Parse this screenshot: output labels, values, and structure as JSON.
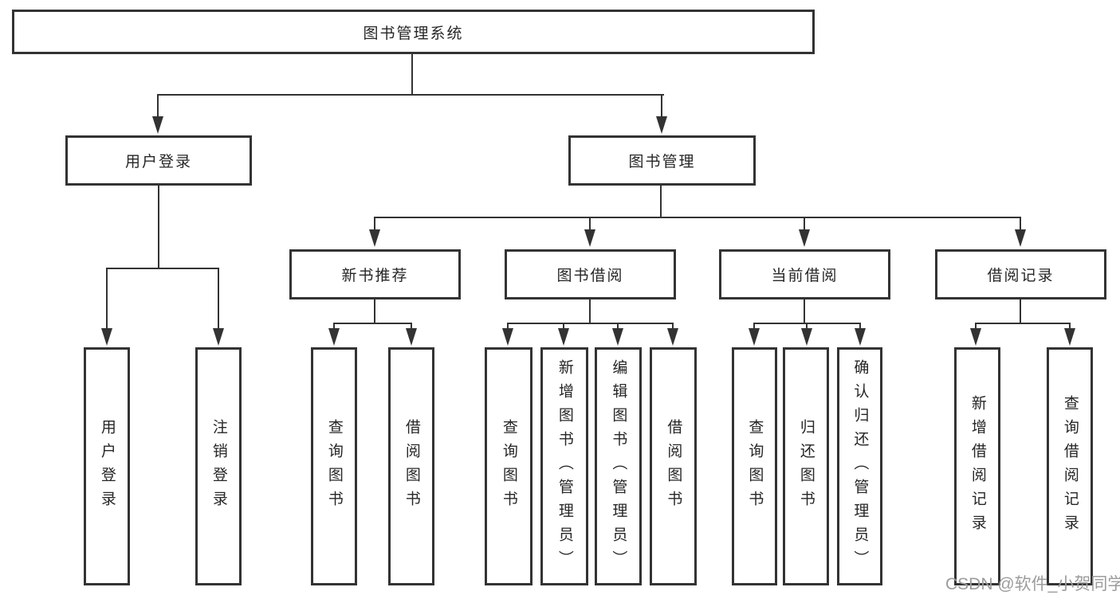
{
  "diagram_type": "hierarchy",
  "root": {
    "label": "图书管理系统"
  },
  "branches": [
    {
      "label": "用户登录",
      "children": [
        {
          "label": "用户登录"
        },
        {
          "label": "注销登录"
        }
      ]
    },
    {
      "label": "图书管理",
      "children": [
        {
          "label": "新书推荐",
          "children": [
            {
              "label": "查询图书"
            },
            {
              "label": "借阅图书"
            }
          ]
        },
        {
          "label": "图书借阅",
          "children": [
            {
              "label": "查询图书"
            },
            {
              "label": "新增图书（管理员）"
            },
            {
              "label": "编辑图书（管理员）"
            },
            {
              "label": "借阅图书"
            }
          ]
        },
        {
          "label": "当前借阅",
          "children": [
            {
              "label": "查询图书"
            },
            {
              "label": "归还图书"
            },
            {
              "label": "确认归还（管理员）"
            }
          ]
        },
        {
          "label": "借阅记录",
          "children": [
            {
              "label": "新增借阅记录"
            },
            {
              "label": "查询借阅记录"
            }
          ]
        }
      ]
    }
  ],
  "watermark": "CSDN @软件_小贺同学",
  "colors": {
    "line": "#333333",
    "text": "#262626",
    "watermark": "#9c9c9c",
    "background": "#ffffff"
  }
}
